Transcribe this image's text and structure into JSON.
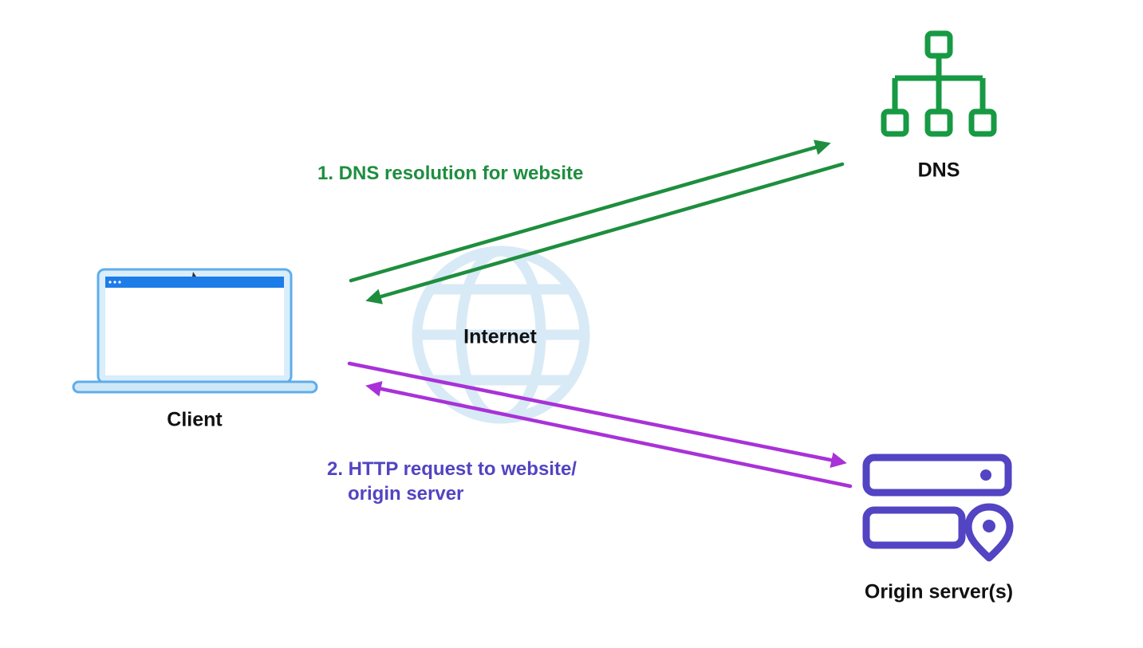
{
  "colors": {
    "bg": "#ffffff",
    "label": "#111111",
    "green": "#1e8e3e",
    "green-icon": "#179a43",
    "purple": "#a832d8",
    "indigo": "#5244c2",
    "laptop-border": "#5fadea",
    "laptop-fill": "#d9edfb",
    "laptop-base": "#cfe8f8",
    "titlebar": "#1c7ce8",
    "globe": "#d8eaf6"
  },
  "nodes": {
    "client": {
      "label": "Client"
    },
    "dns": {
      "label": "DNS"
    },
    "internet": {
      "label": "Internet"
    },
    "origin": {
      "label": "Origin server(s)"
    }
  },
  "flows": {
    "dns": {
      "label": "1. DNS resolution for website"
    },
    "http": {
      "line1": "2. HTTP request to website/",
      "line2": "origin server"
    }
  }
}
